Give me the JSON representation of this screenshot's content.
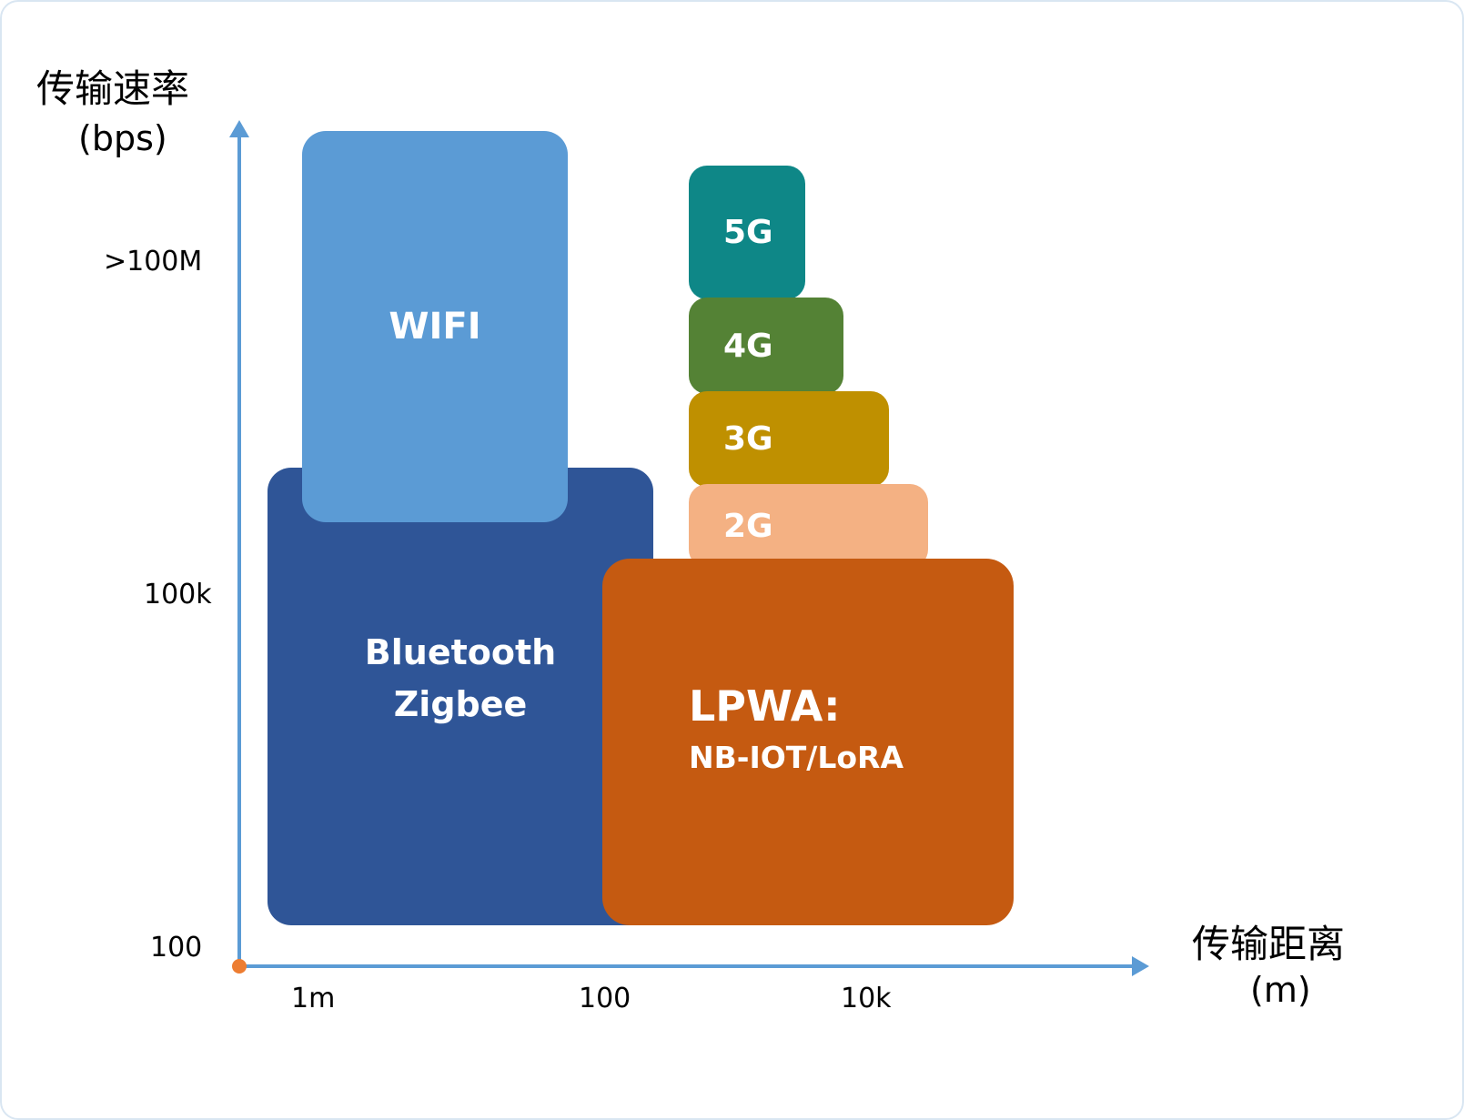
{
  "accent": {
    "axis_color": "#5B9BD5",
    "origin_dot_color": "#ED7D31",
    "text_color": "#000000"
  },
  "y_axis": {
    "title": "传输速率",
    "unit": "(bps)",
    "ticks": [
      ">100M",
      "100k",
      "100"
    ]
  },
  "x_axis": {
    "title": "传输距离",
    "unit": "(m)",
    "ticks": [
      "1m",
      "100",
      "10k"
    ]
  },
  "boxes": {
    "wifi": {
      "label": "WIFI",
      "color": "#5B9BD5"
    },
    "bluetooth": {
      "line1": "Bluetooth",
      "line2": "Zigbee",
      "color": "#2F5597"
    },
    "g5": {
      "label": "5G",
      "color": "#0E8787"
    },
    "g4": {
      "label": "4G",
      "color": "#548235"
    },
    "g3": {
      "label": "3G",
      "color": "#BF9000"
    },
    "g2": {
      "label": "2G",
      "color": "#F4B183"
    },
    "lpwa": {
      "line1": "LPWA:",
      "line2": "NB-IOT/LoRA",
      "color": "#C55A11"
    }
  }
}
